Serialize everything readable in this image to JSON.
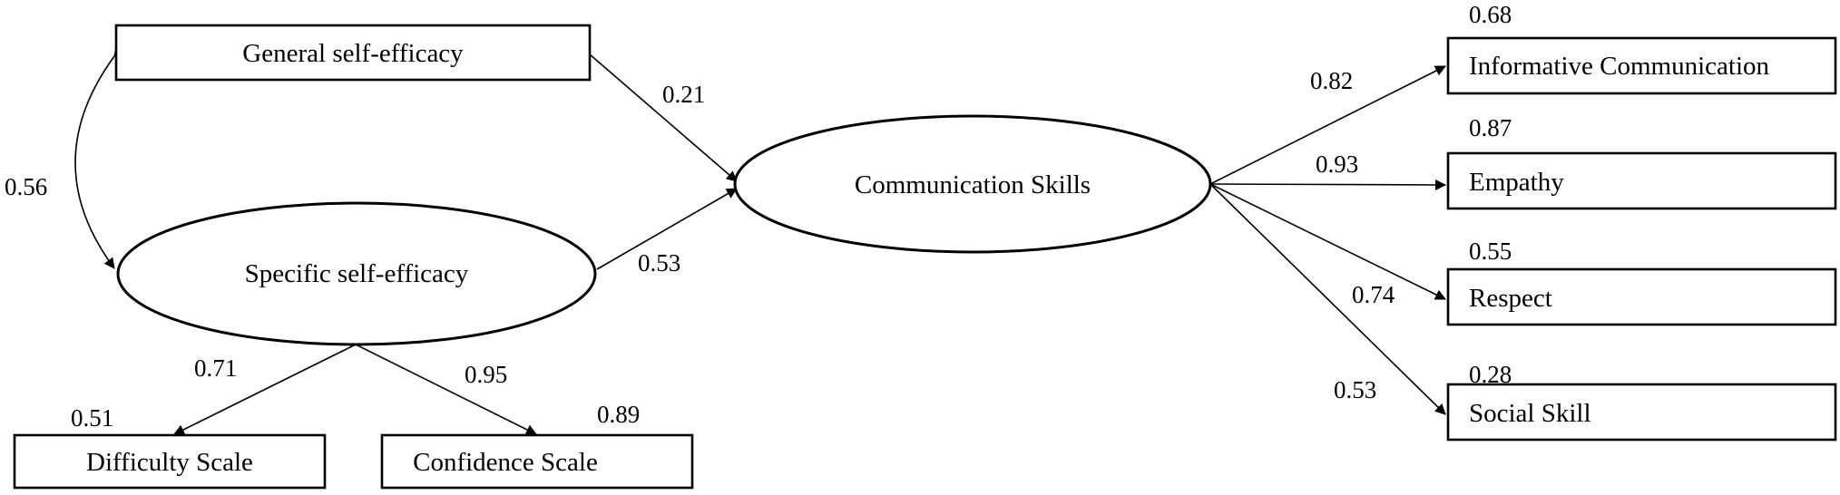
{
  "diagram": {
    "nodes": {
      "general_self_efficacy": "General self-efficacy",
      "specific_self_efficacy": "Specific self-efficacy",
      "communication_skills": "Communication Skills",
      "difficulty_scale": "Difficulty Scale",
      "confidence_scale": "Confidence Scale",
      "informative_communication": "Informative Communication",
      "empathy": "Empathy",
      "respect": "Respect",
      "social_skill": "Social Skill"
    },
    "paths": {
      "general_to_communication": "0.21",
      "specific_to_communication": "0.53",
      "general_specific_correlation": "0.56",
      "specific_to_difficulty": "0.71",
      "specific_to_confidence": "0.95",
      "communication_to_informative": "0.82",
      "communication_to_empathy": "0.93",
      "communication_to_respect": "0.74",
      "communication_to_social": "0.53"
    },
    "r_squared": {
      "difficulty_scale": "0.51",
      "confidence_scale": "0.89",
      "informative_communication": "0.68",
      "empathy": "0.87",
      "respect": "0.55",
      "social_skill": "0.28"
    }
  }
}
